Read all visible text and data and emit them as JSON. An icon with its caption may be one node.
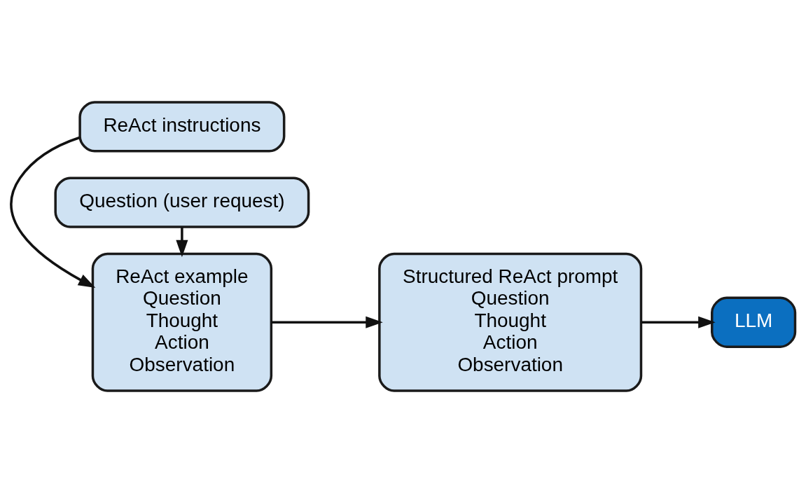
{
  "diagram": {
    "nodes": [
      {
        "text": [
          "ReAct instructions"
        ]
      },
      {
        "text": [
          "ReAct example",
          "Question",
          "Thought",
          "Action",
          "Observation"
        ]
      },
      {
        "text": [
          "Question (user request)"
        ]
      },
      {
        "text": [
          "Structured ReAct prompt",
          "Question",
          "Thought",
          "Action",
          "Observation"
        ]
      },
      {
        "text": [
          "LLM"
        ]
      }
    ],
    "edges": [
      {
        "from": 0,
        "to": 1,
        "arrow": "to"
      },
      {
        "from": 2,
        "to": 1,
        "arrow": "to"
      },
      {
        "from": 1,
        "to": 3,
        "arrow": "to"
      },
      {
        "from": 3,
        "to": 4,
        "arrow": "to"
      }
    ]
  }
}
